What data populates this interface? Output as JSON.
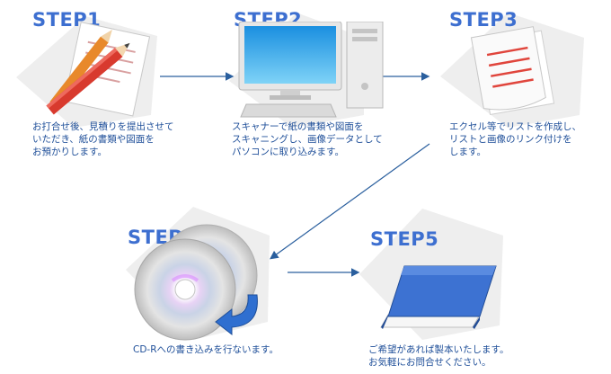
{
  "steps": [
    {
      "title": "STEP1",
      "icon": "pencil-paper-icon",
      "lines": [
        "お打合せ後、見積りを提出させて",
        "いただき、紙の書類や図面を",
        "お預かりします。"
      ]
    },
    {
      "title": "STEP2",
      "icon": "computer-icon",
      "lines": [
        "スキャナーで紙の書類や図面を",
        "スキャニングし、画像データとして",
        "パソコンに取り込みます。"
      ]
    },
    {
      "title": "STEP3",
      "icon": "document-list-icon",
      "lines": [
        "エクセル等でリストを作成し、",
        "リストと画像のリンク付けを",
        "します。"
      ]
    },
    {
      "title": "STEP4",
      "icon": "cd-disc-icon",
      "lines": [
        "CD-Rへの書き込みを行ないます。"
      ]
    },
    {
      "title": "STEP5",
      "icon": "book-icon",
      "lines": [
        "ご希望があれば製本いたします。",
        "お気軽にお問合せください。"
      ]
    }
  ],
  "colors": {
    "title": "#3d6fd0",
    "text": "#1f4f99",
    "arrow": "#2a5f9e",
    "badge": "#eeeeee"
  }
}
